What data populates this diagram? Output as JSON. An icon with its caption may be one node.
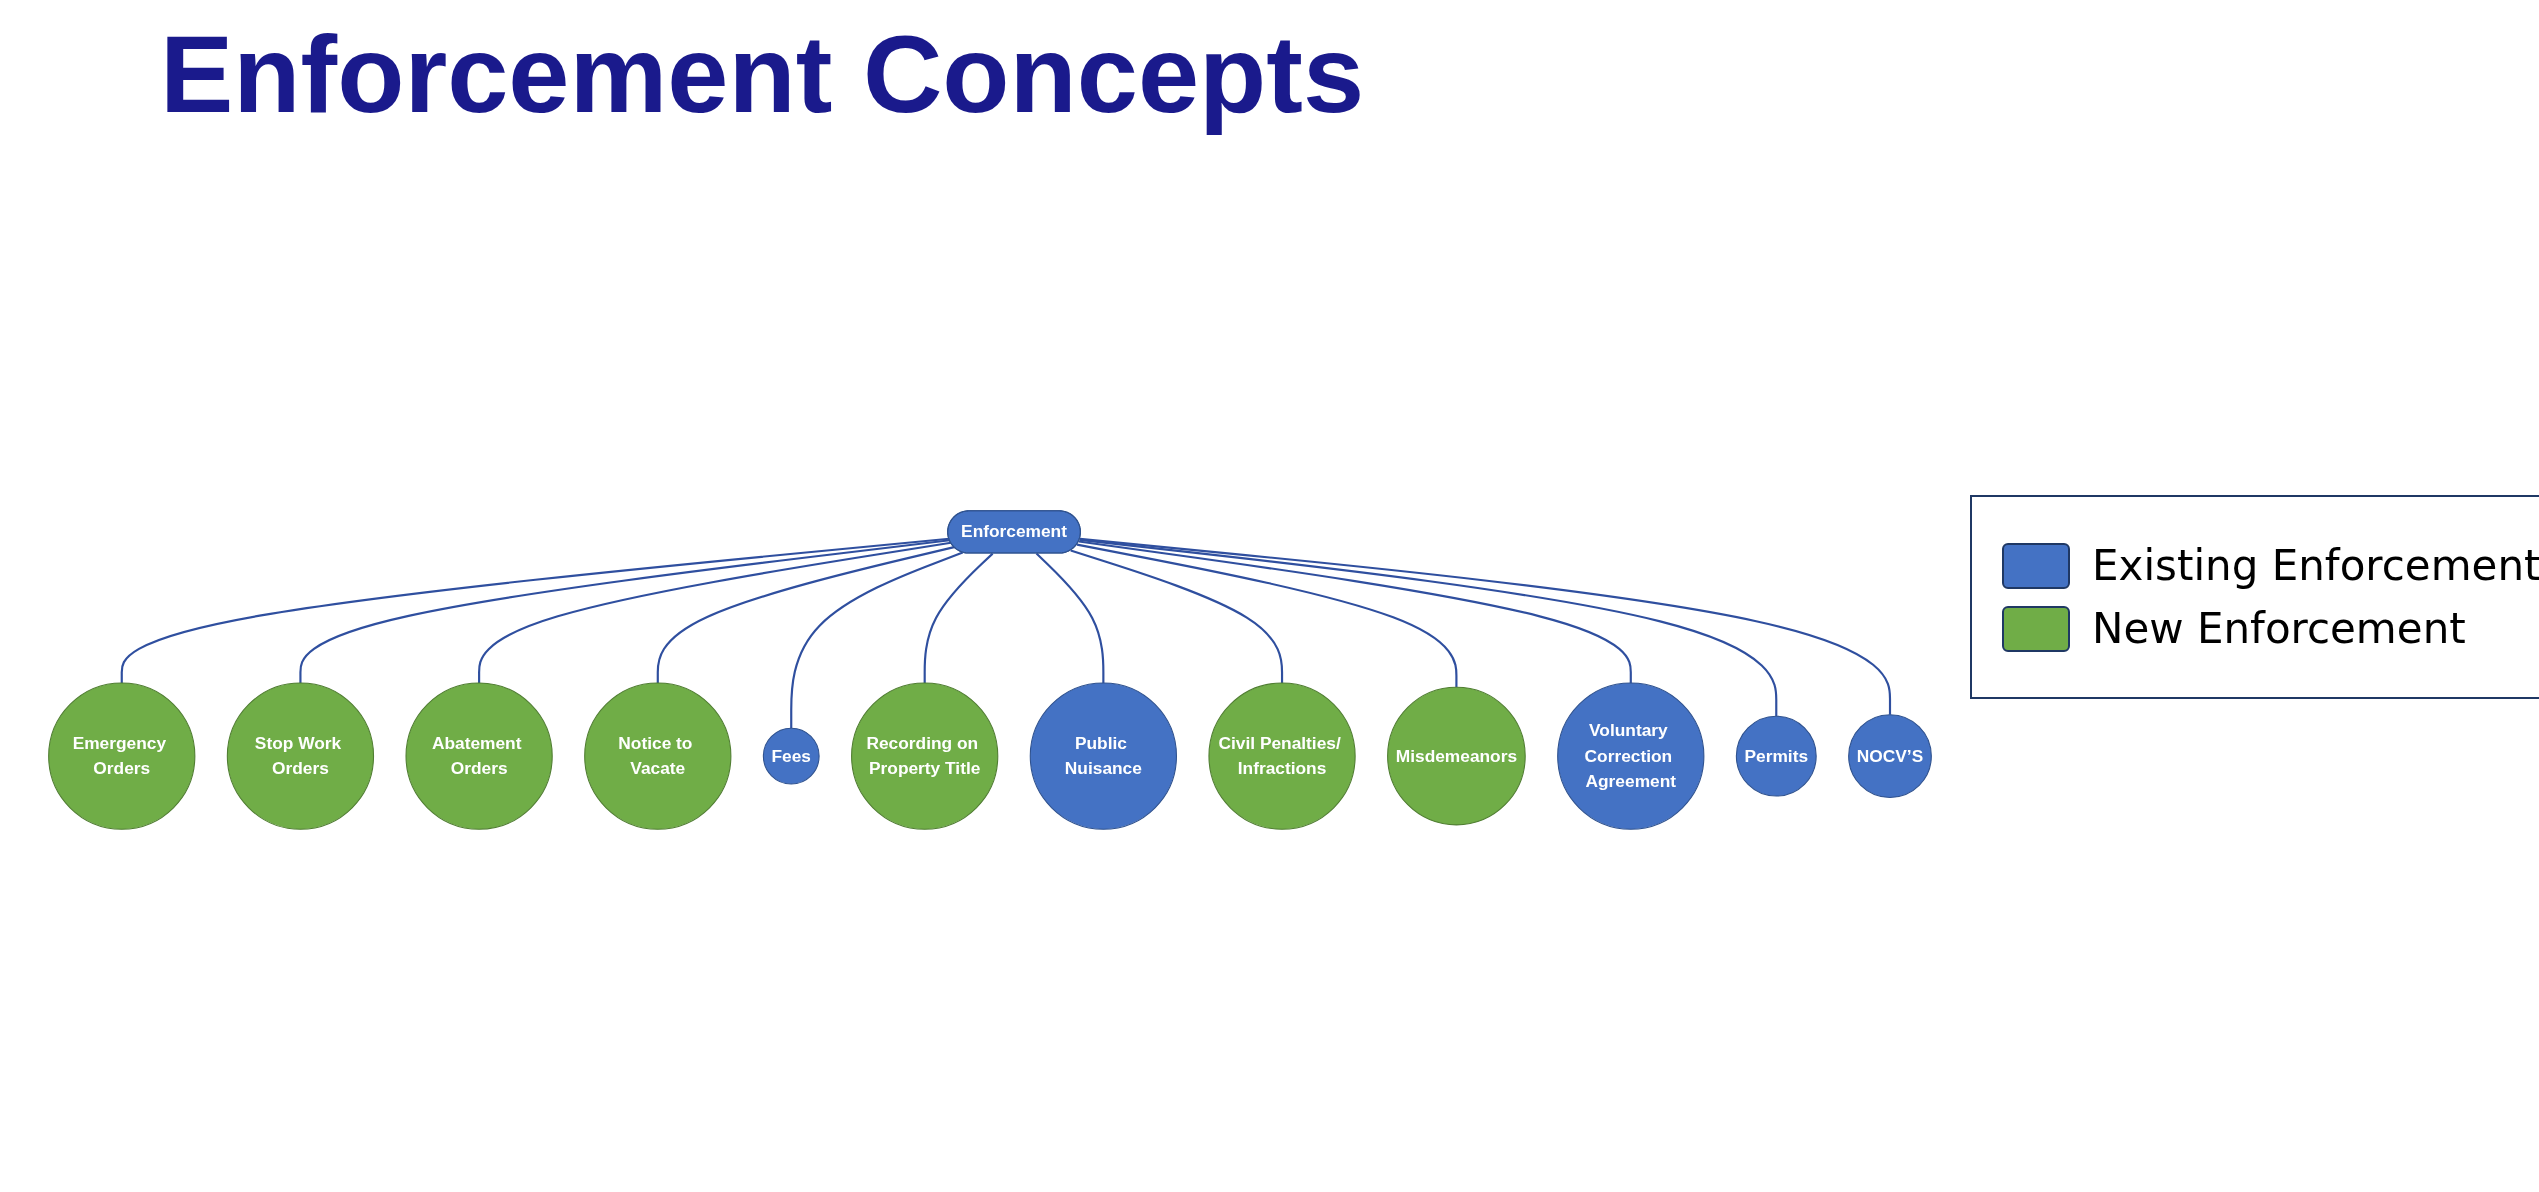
{
  "diagram": {
    "title": "Enforcement Concepts",
    "nodes": [
      {
        "text": [
          "Enforcement"
        ]
      },
      {
        "text": [
          "Emergency Orders"
        ]
      },
      {
        "text": [
          "Stop Work Orders"
        ]
      },
      {
        "text": [
          "Abatement Orders"
        ]
      },
      {
        "text": [
          "Notice to Vacate"
        ]
      },
      {
        "text": [
          "Fees"
        ]
      },
      {
        "text": [
          "Recording on Property Title"
        ]
      },
      {
        "text": [
          "Public Nuisance"
        ]
      },
      {
        "text": [
          "Civil Penalties/ Infractions"
        ]
      },
      {
        "text": [
          "Misdemeanors"
        ]
      },
      {
        "text": [
          "Voluntary Correction Agreement"
        ]
      },
      {
        "text": [
          "Permits"
        ]
      },
      {
        "text": [
          "NOCV’S"
        ]
      }
    ],
    "edges": [
      {
        "from": 0,
        "to": 1,
        "arrow": "none"
      },
      {
        "from": 0,
        "to": 2,
        "arrow": "none"
      },
      {
        "from": 0,
        "to": 3,
        "arrow": "none"
      },
      {
        "from": 0,
        "to": 4,
        "arrow": "none"
      },
      {
        "from": 0,
        "to": 5,
        "arrow": "none"
      },
      {
        "from": 0,
        "to": 6,
        "arrow": "none"
      },
      {
        "from": 0,
        "to": 7,
        "arrow": "none"
      },
      {
        "from": 0,
        "to": 8,
        "arrow": "none"
      },
      {
        "from": 0,
        "to": 9,
        "arrow": "none"
      },
      {
        "from": 0,
        "to": 10,
        "arrow": "none"
      },
      {
        "from": 0,
        "to": 11,
        "arrow": "none"
      },
      {
        "from": 0,
        "to": 12,
        "arrow": "none"
      }
    ],
    "legend": [
      {
        "text": "Existing Enforcement",
        "color": "#4472c4"
      },
      {
        "text": "New Enforcement",
        "color": "#70ad47"
      }
    ]
  }
}
